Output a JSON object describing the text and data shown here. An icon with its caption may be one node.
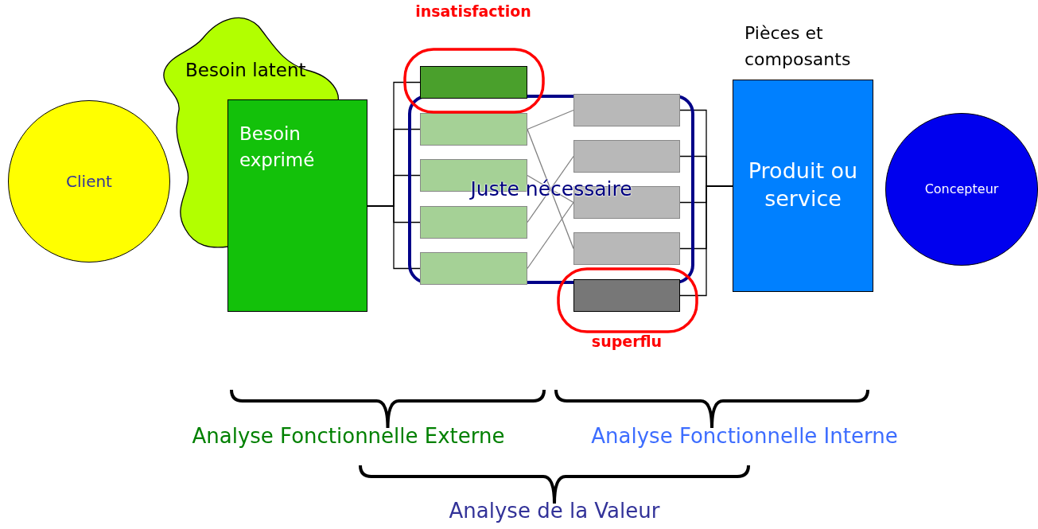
{
  "diagram": {
    "nodes": [
      {
        "text": [
          "Client"
        ]
      },
      {
        "text": [
          "Besoin latent"
        ]
      },
      {
        "text": [
          "Besoin exprimé"
        ]
      },
      {
        "text": [
          "insatisfaction"
        ]
      },
      {
        "text": [
          "Juste nécessaire"
        ]
      },
      {
        "text": [],
        "shape": "box",
        "in": 3
      },
      {
        "text": [],
        "shape": "box",
        "in": 4
      },
      {
        "text": [],
        "shape": "box",
        "in": 4
      },
      {
        "text": [],
        "shape": "box",
        "in": 4
      },
      {
        "text": [],
        "shape": "box",
        "in": 4
      },
      {
        "text": [],
        "shape": "box",
        "in": 4
      },
      {
        "text": [],
        "shape": "box",
        "in": 4
      },
      {
        "text": [],
        "shape": "box",
        "in": 4
      },
      {
        "text": [],
        "shape": "box",
        "in": 4
      },
      {
        "text": [],
        "shape": "box",
        "in": 15
      },
      {
        "text": [
          "superflu"
        ]
      },
      {
        "text": [
          "Produit ou service"
        ],
        "beside": [
          "Pièces et composants"
        ]
      },
      {
        "text": [
          "Concepteur"
        ]
      }
    ],
    "edges": [
      {
        "from": 2,
        "to": 5,
        "arrow": "none"
      },
      {
        "from": 2,
        "to": 6,
        "arrow": "none"
      },
      {
        "from": 2,
        "to": 7,
        "arrow": "none"
      },
      {
        "from": 2,
        "to": 8,
        "arrow": "none"
      },
      {
        "from": 2,
        "to": 9,
        "arrow": "none"
      },
      {
        "from": 6,
        "to": 10,
        "arrow": "none",
        "color": "#808080"
      },
      {
        "from": 6,
        "to": 13,
        "arrow": "none",
        "color": "#808080"
      },
      {
        "from": 7,
        "to": 12,
        "arrow": "none",
        "color": "#808080"
      },
      {
        "from": 8,
        "to": 11,
        "arrow": "none",
        "color": "#808080"
      },
      {
        "from": 9,
        "to": 12,
        "arrow": "none",
        "color": "#808080"
      },
      {
        "from": 10,
        "to": 16,
        "arrow": "none"
      },
      {
        "from": 11,
        "to": 16,
        "arrow": "none"
      },
      {
        "from": 12,
        "to": 16,
        "arrow": "none"
      },
      {
        "from": 13,
        "to": 16,
        "arrow": "none"
      },
      {
        "from": 14,
        "to": 16,
        "arrow": "none"
      }
    ],
    "labels": [
      "Analyse Fonctionnelle Externe",
      "Analyse Fonctionnelle Interne",
      "Analyse de la Valeur"
    ]
  }
}
